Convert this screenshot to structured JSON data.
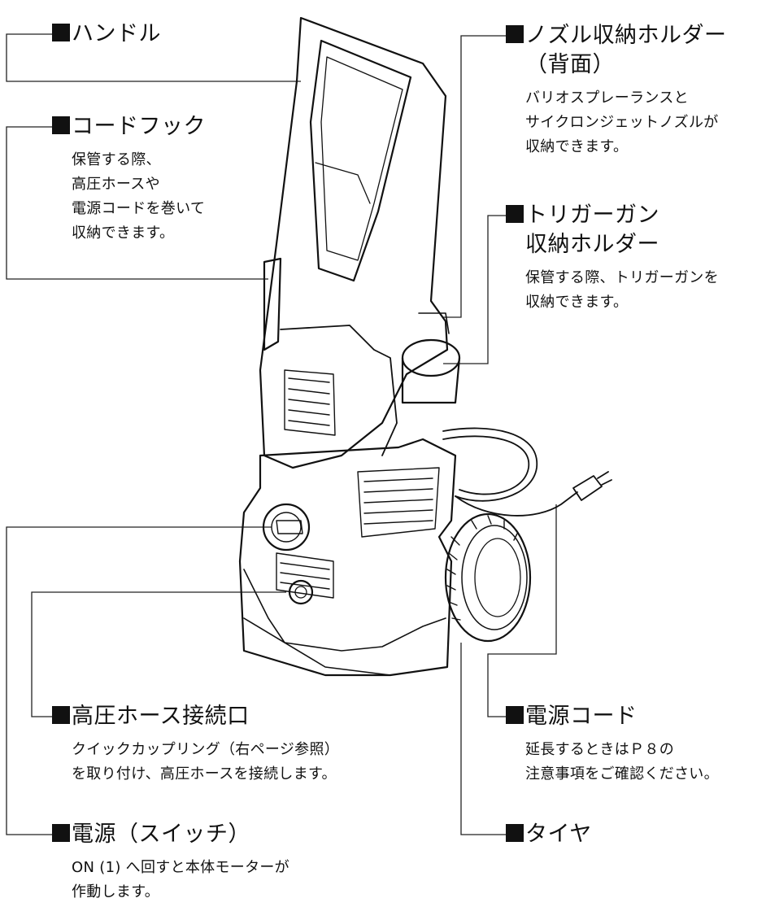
{
  "callouts": {
    "handle": {
      "title": "ハンドル"
    },
    "cord_hook": {
      "title": "コードフック",
      "desc": [
        "保管する際、",
        "高圧ホースや",
        "電源コードを巻いて",
        "収納できます。"
      ]
    },
    "nozzle_holder": {
      "title": "ノズル収納ホルダー",
      "title2": "（背面）",
      "desc": [
        "バリオスプレーランスと",
        "サイクロンジェットノズルが",
        "収納できます。"
      ]
    },
    "trigger_holder": {
      "title": "トリガーガン",
      "title2": "収納ホルダー",
      "desc": [
        "保管する際、トリガーガンを",
        "収納できます。"
      ]
    },
    "hose_port": {
      "title": "高圧ホース接続口",
      "desc": [
        "クイックカップリング（右ページ参照）",
        "を取り付け、高圧ホースを接続します。"
      ]
    },
    "power_cord": {
      "title": "電源コード",
      "desc": [
        "延長するときはＰ８の",
        "注意事項をご確認ください。"
      ]
    },
    "power_switch": {
      "title": "電源（スイッチ）",
      "desc": [
        "ON (1) へ回すと本体モーターが",
        "作動します。"
      ]
    },
    "tire": {
      "title": "タイヤ"
    }
  }
}
